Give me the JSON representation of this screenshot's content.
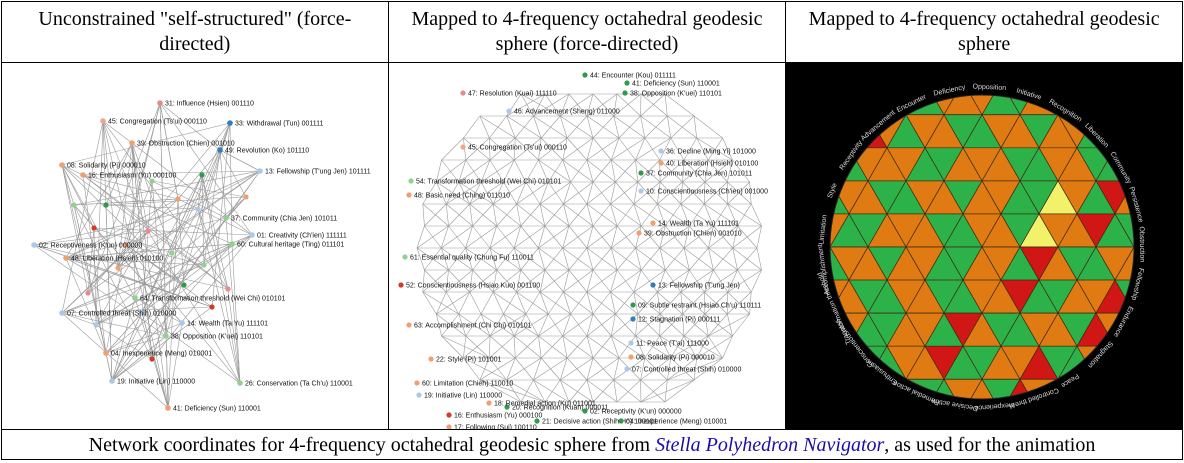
{
  "headers": [
    "Unconstrained \"self-structured\" (force-directed)",
    "Mapped to 4-frequency octahedral geodesic sphere (force-directed)",
    "Mapped to 4-frequency octahedral geodesic sphere"
  ],
  "caption": {
    "before": "Network coordinates for 4-frequency octahedral geodesic sphere from ",
    "link": "Stella Polyhedron Navigator",
    "after": ", as used for the animation"
  },
  "panel1_nodes": [
    {
      "label": "31: Influence (Hsien) 001110",
      "color": "#e98a8a"
    },
    {
      "label": "45: Congregation (Ts'ui) 000110",
      "color": "#f3a38b"
    },
    {
      "label": "33: Withdrawal (Tun) 001111",
      "color": "#2f7dc2"
    },
    {
      "label": "39: Obstruction (Chien) 001010",
      "color": "#f0a070"
    },
    {
      "label": "49: Revolution (Ko) 101110",
      "color": "#2f7dc2"
    },
    {
      "label": "08: Solidarity (Pi) 000010",
      "color": "#f0a070"
    },
    {
      "label": "13: Fellowship (T'ung Jen) 101111",
      "color": "#a9c8ea"
    },
    {
      "label": "16: Enthusiasm (Yu) 000100",
      "color": "#f0a070"
    },
    {
      "label": "37: Community (Chia Jen) 101011",
      "color": "#8fd18f"
    },
    {
      "label": "48: Liberation (Hsieh) 010100",
      "color": "#f0a070"
    },
    {
      "label": "01: Creativity (Ch'ien) 111111",
      "color": "#a9c8ea"
    },
    {
      "label": "60: Cultural heritage (Ting) 011101",
      "color": "#8fd18f"
    },
    {
      "label": "02: Receptiveness (K'un) 000000",
      "color": "#a9c8ea"
    },
    {
      "label": "64: Transformation threshold (Wei Chi) 010101",
      "color": "#8fd18f"
    },
    {
      "label": "07: Controlled threat (Shih) 010000",
      "color": "#a9c8ea"
    },
    {
      "label": "14: Wealth (Ta Yu) 111101",
      "color": "#a9c8ea"
    },
    {
      "label": "38: Opposition (K'uei) 110101",
      "color": "#8fd18f"
    },
    {
      "label": "04: Inexperience (Meng) 010001",
      "color": "#f0a070"
    },
    {
      "label": "19: Initiative (Lin) 110000",
      "color": "#a9c8ea"
    },
    {
      "label": "26: Conservation (Ta Ch'u) 110001",
      "color": "#8fd18f"
    },
    {
      "label": "41: Deficiency (Sun) 110001",
      "color": "#f0a070"
    }
  ],
  "panel2_nodes": [
    {
      "label": "44: Encounter (Kou) 011111",
      "color": "#2e9a4c"
    },
    {
      "label": "41: Deficiency (Sun) 110001",
      "color": "#2e9a4c"
    },
    {
      "label": "38: Opposition (K'uei) 110101",
      "color": "#2e9a4c"
    },
    {
      "label": "47: Resolution (Kuai) 111110",
      "color": "#e98a8a"
    },
    {
      "label": "46: Advancement (Sheng) 011000",
      "color": "#a9c8ea"
    },
    {
      "label": "45: Congregation (Ts'ui) 000110",
      "color": "#f3a38b"
    },
    {
      "label": "36: Decline (Ming Yi) 101000",
      "color": "#a9c8ea"
    },
    {
      "label": "40: Liberation (Hsieh) 010100",
      "color": "#f0a070"
    },
    {
      "label": "37: Community (Chia Jen) 101011",
      "color": "#2e9a4c"
    },
    {
      "label": "54: Transformation threshold (Wei Chi) 010101",
      "color": "#8fd18f"
    },
    {
      "label": "48: Basic need (Ching) 011010",
      "color": "#f0a070"
    },
    {
      "label": "10: Conscientiousness (Ch'ien) 001000",
      "color": "#a9c8ea"
    },
    {
      "label": "14: Wealth (Ta Yu) 111101",
      "color": "#f0a070"
    },
    {
      "label": "39: Obstruction (Chien) 001010",
      "color": "#f0a070"
    },
    {
      "label": "61: Essential quality (Chung Fu) 110011",
      "color": "#8fd18f"
    },
    {
      "label": "52: Conscientiousness (Hsiao Kuo) 001100",
      "color": "#d43a2a"
    },
    {
      "label": "13: Fellowship (T'ung Jen)",
      "color": "#2f7dc2"
    },
    {
      "label": "09: Subtle restraint (Hsiao Ch'u) 110111",
      "color": "#2e9a4c"
    },
    {
      "label": "12: Stagnation (Pi) 000111",
      "color": "#2f7dc2"
    },
    {
      "label": "63: Accomplishment (Chi Chi) 010101",
      "color": "#f0a070"
    },
    {
      "label": "11: Peace (T'ai) 111000",
      "color": "#a9c8ea"
    },
    {
      "label": "08: Solidarity (Pi) 000010",
      "color": "#f0a070"
    },
    {
      "label": "22: Style (Pi) 101001",
      "color": "#f0a070"
    },
    {
      "label": "07: Controlled threat (Shih) 010000",
      "color": "#a9c8ea"
    },
    {
      "label": "60: Limitation (Chieh) 110010",
      "color": "#f0a070"
    },
    {
      "label": "19: Initiative (Lin) 110000",
      "color": "#a9c8ea"
    },
    {
      "label": "20: Recognition (Kuan) 000011",
      "color": "#2e9a4c"
    },
    {
      "label": "21: Decisive action (Shih Ho) 100101",
      "color": "#2e9a4c"
    },
    {
      "label": "17: Following (Sui) 100110",
      "color": "#f0a070"
    },
    {
      "label": "04: Inexperience (Meng) 010001",
      "color": "#2e9a4c"
    },
    {
      "label": "16: Enthusiasm (Yu) 000100",
      "color": "#d43a2a"
    },
    {
      "label": "02: Receptivity (K'un) 000000",
      "color": "#2e9a4c"
    },
    {
      "label": "18: Remedial action (Ku) 011001",
      "color": "#f0a070"
    }
  ],
  "panel3_labels": [
    "Liberation",
    "Community",
    "Persistence",
    "Obstruction",
    "Fellowship",
    "Endurance",
    "Stagnation",
    "Peace",
    "Controlled threat",
    "Inexperience",
    "Decisive action",
    "Remedial action",
    "Enthusiasm",
    "Conscientiousness",
    "Transformation threshold",
    "Accomplishment",
    "Limitation",
    "Style",
    "Receptivity",
    "Advancement",
    "Encounter",
    "Deficiency",
    "Opposition",
    "Initiative",
    "Recognition"
  ],
  "colors": {
    "green": "#2db24a",
    "orange": "#e07a12",
    "red": "#d11616",
    "yellow": "#f2f26a",
    "bg_dark": "#000000",
    "link": "#1a0dab",
    "edge": "#9a9a9a"
  }
}
